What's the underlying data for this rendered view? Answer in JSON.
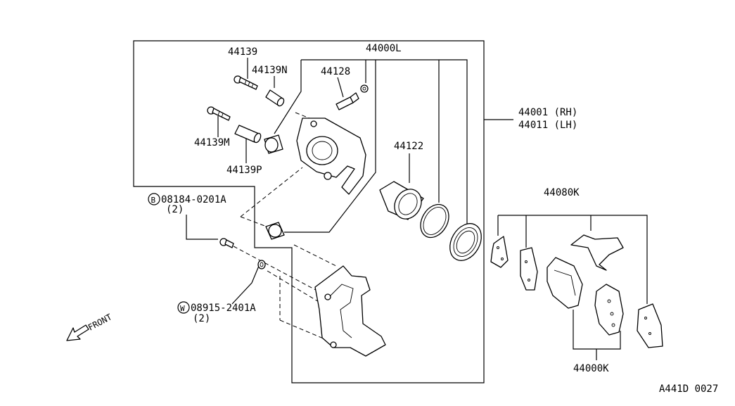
{
  "labels": {
    "p44139": "44139",
    "p44139N": "44139N",
    "p44139M": "44139M",
    "p44139P": "44139P",
    "p44128": "44128",
    "p44000L": "44000L",
    "p44122": "44122",
    "p44001": "44001 (RH)",
    "p44011": "44011 (LH)",
    "p44080K": "44080K",
    "p44000K": "44000K",
    "bolt_code": "08184-0201A",
    "bolt_qty": "(2)",
    "bolt_marker": "B",
    "washer_code": "08915-2401A",
    "washer_qty": "(2)",
    "washer_marker": "W",
    "front": "FRONT",
    "diagram_id": "A441D 0027"
  }
}
